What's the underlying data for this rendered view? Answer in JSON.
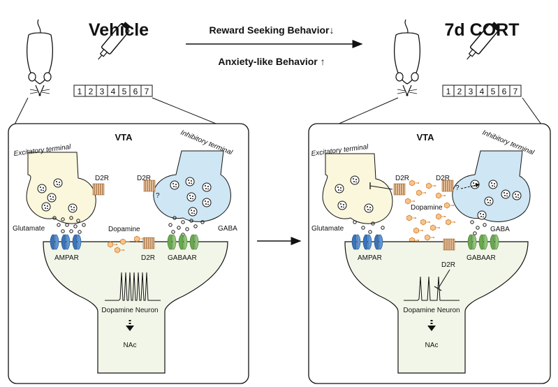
{
  "header": {
    "vehicle_title": "Vehicle",
    "cort_title": "7d CORT",
    "reward_text": "Reward Seeking Behavior↓",
    "anxiety_text": "Anxiety-like Behavior ↑"
  },
  "days": [
    "1",
    "2",
    "3",
    "4",
    "5",
    "6",
    "7"
  ],
  "panels": {
    "vehicle": {
      "region": "VTA",
      "excitatory_terminal": "Excitatory terminal",
      "inhibitory_terminal": "Inhibitory terminal",
      "d2r_pre_left": "D2R",
      "d2r_pre_right": "D2R",
      "question": "?",
      "glutamate": "Glutamate",
      "gaba": "GABA",
      "dopamine": "Dopamine",
      "ampar": "AMPAR",
      "d2r_post": "D2R",
      "gabaar": "GABAAR",
      "neuron": "Dopamine Neuron",
      "nac": "NAc"
    },
    "cort": {
      "region": "VTA",
      "excitatory_terminal": "Excitatory terminal",
      "inhibitory_terminal": "Inhibitory terminal",
      "d2r_pre_left": "D2R",
      "d2r_pre_right": "D2R",
      "question": "?",
      "glutamate": "Glutamate",
      "gaba": "GABA",
      "dopamine": "Dopamine",
      "ampar": "AMPAR",
      "d2r_post": "D2R",
      "gabaar": "GABAAR",
      "neuron": "Dopamine Neuron",
      "nac": "NAc"
    }
  },
  "colors": {
    "excitatory": "#fbf7dc",
    "inhibitory": "#cfe6f4",
    "neuron": "#f2f6e8",
    "ampar": "#3a73b8",
    "gabaar": "#6aa84f",
    "d2r": "#b5651d",
    "dopamine": "#e8963c"
  },
  "icons": [
    "mouse-icon",
    "syringe-icon",
    "arrow-right-icon",
    "spike-train-icon",
    "down-arrow-icon"
  ]
}
